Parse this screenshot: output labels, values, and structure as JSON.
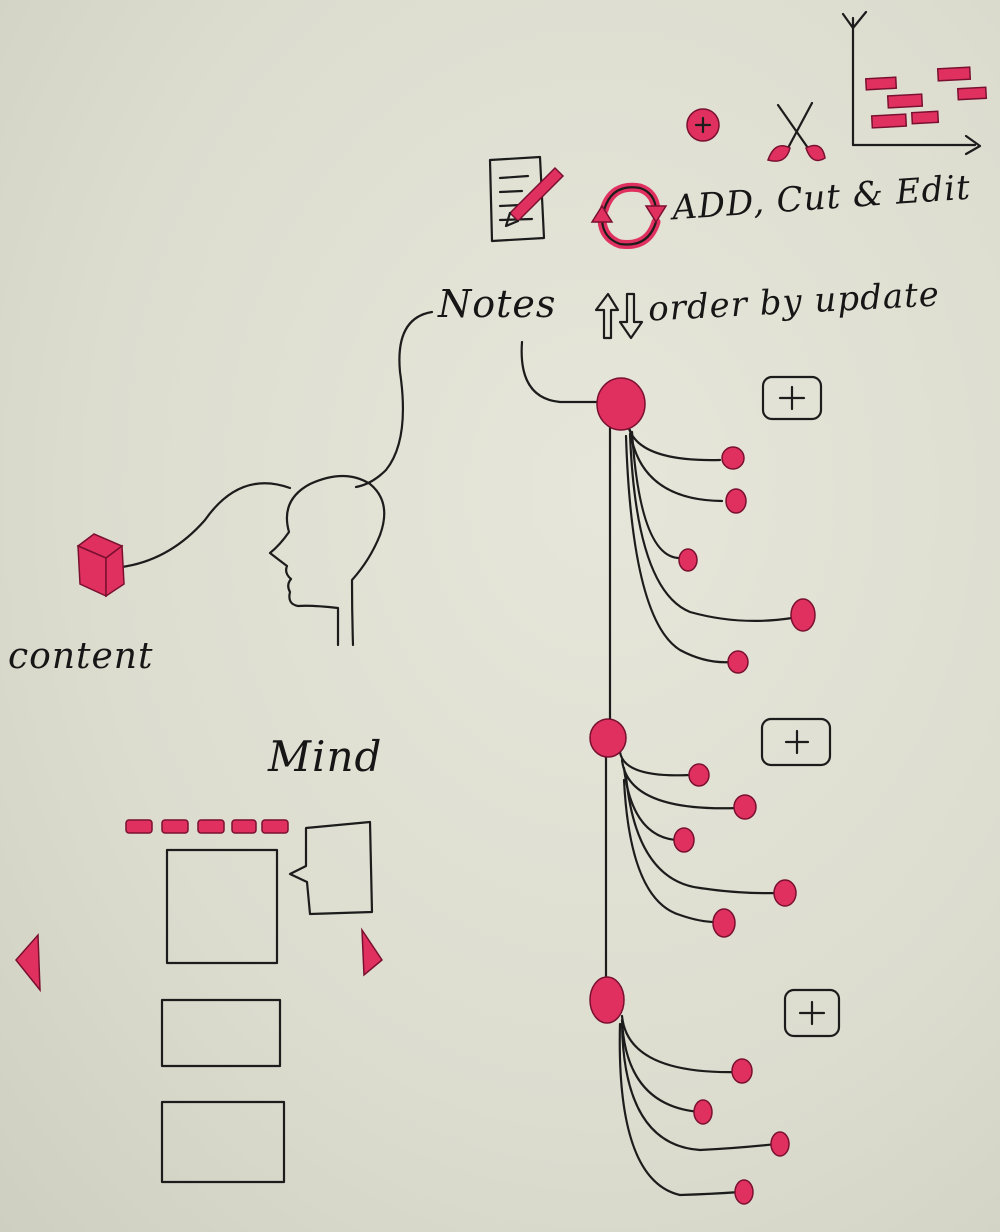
{
  "labels": {
    "add_cut_edit": "ADD, Cut & Edit",
    "notes": "Notes",
    "order_by_update": "order by update",
    "content": "content",
    "mind": "Mind"
  },
  "icons": {
    "notepad": "notepad-pencil-icon",
    "refresh": "refresh-cycle-icon",
    "add": "add-circle-icon",
    "cut": "scissors-icon",
    "chart": "block-chart-icon",
    "sort": "up-down-arrows-icon",
    "content": "cube-icon",
    "head": "head-profile-icon",
    "prev": "left-arrow-icon",
    "next": "right-arrow-icon",
    "plus": "plus-icon"
  },
  "colors": {
    "accent": "#e0305f",
    "ink": "#1c1c1c",
    "paper": "#dedfd2"
  },
  "tree": {
    "groups": [
      {
        "children": 5
      },
      {
        "children": 5
      },
      {
        "children": 4
      }
    ]
  }
}
